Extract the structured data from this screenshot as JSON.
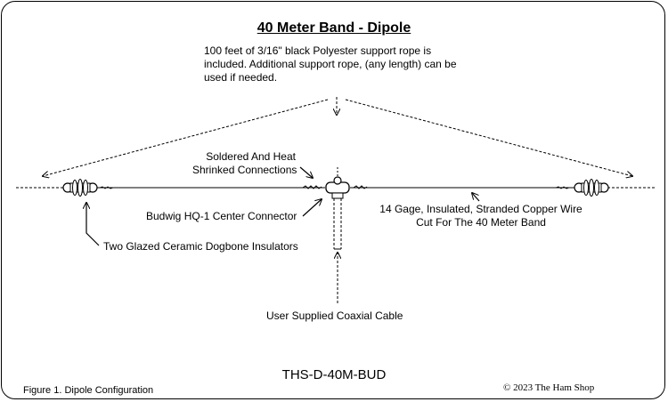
{
  "title": "40 Meter Band - Dipole",
  "rope_note": [
    "100 feet of 3/16\" black Polyester support rope is",
    "included. Additional support rope, (any length) can be",
    "used if needed."
  ],
  "labels": {
    "solder": [
      "Soldered And Heat",
      "Shrinked Connections"
    ],
    "wire": [
      "14 Gage, Insulated, Stranded Copper Wire",
      "Cut For The 40 Meter Band"
    ],
    "center_connector": "Budwig HQ-1 Center Connector",
    "insulators": "Two Glazed Ceramic Dogbone Insulators",
    "coax": "User Supplied Coaxial Cable"
  },
  "part_number": "THS-D-40M-BUD",
  "figure_caption": "Figure 1. Dipole Configuration",
  "copyright": "© 2023 The Ham Shop"
}
